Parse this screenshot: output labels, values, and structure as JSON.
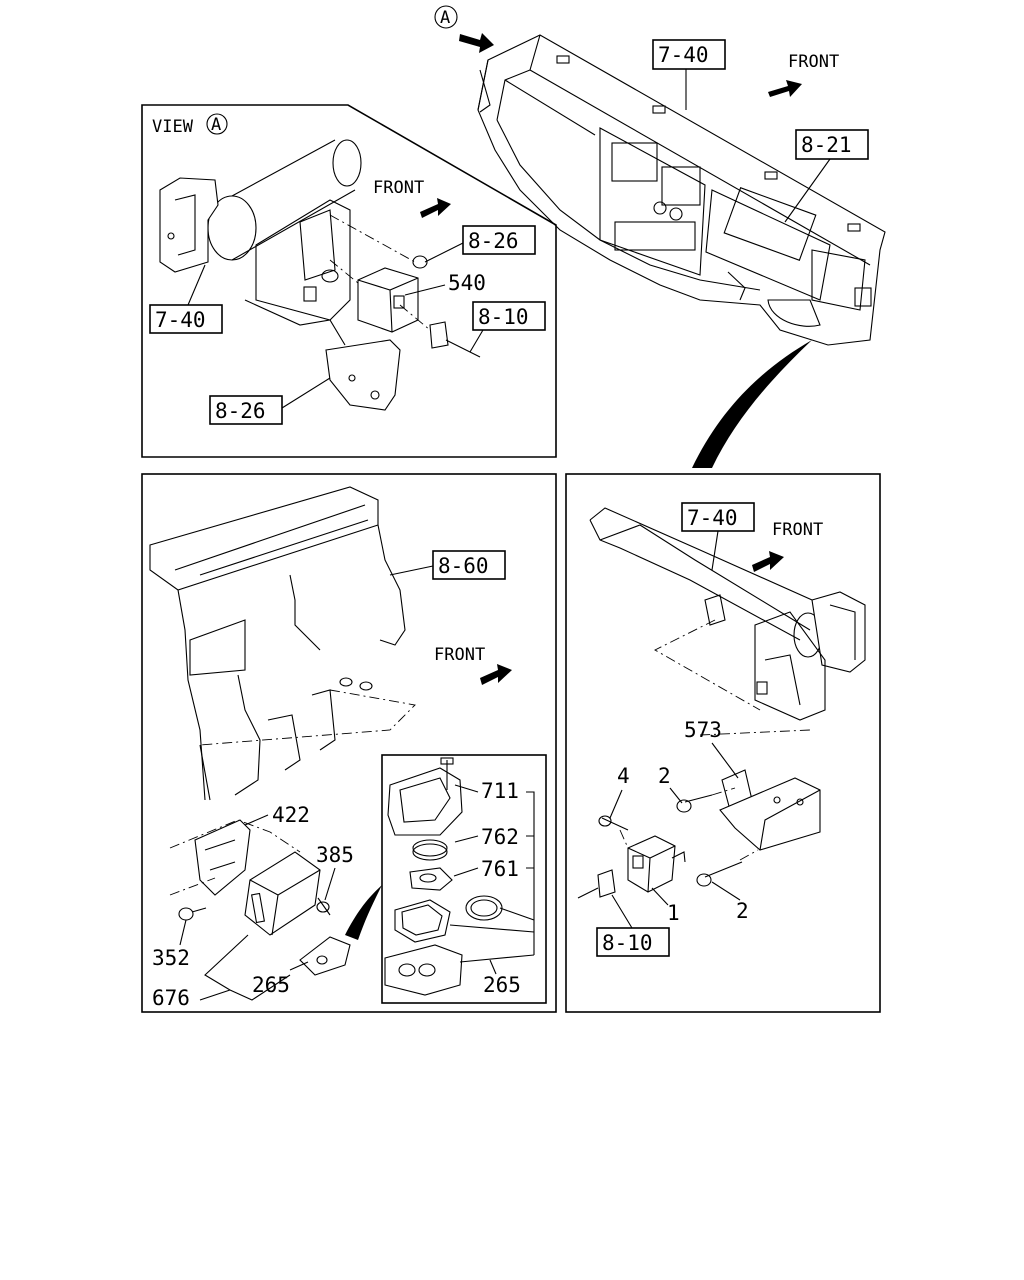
{
  "views": {
    "view_a_title": "VIEW",
    "view_a_marker": "A",
    "top_marker": "A"
  },
  "labels": {
    "dash_7_40": "7-40",
    "dash_front": "FRONT",
    "dash_8_21": "8-21",
    "va_front": "FRONT",
    "va_8_26_top": "8-26",
    "va_540": "540",
    "va_8_10": "8-10",
    "va_7_40": "7-40",
    "va_8_26_bottom": "8-26",
    "bl_8_60": "8-60",
    "bl_front": "FRONT",
    "bl_422": "422",
    "bl_385": "385",
    "bl_352": "352",
    "bl_265_left": "265",
    "bl_676": "676",
    "inset_711": "711",
    "inset_762": "762",
    "inset_761": "761",
    "inset_265": "265",
    "br_7_40": "7-40",
    "br_front": "FRONT",
    "br_573": "573",
    "br_2_top": "2",
    "br_4": "4",
    "br_1": "1",
    "br_2_bottom": "2",
    "br_8_10": "8-10"
  },
  "colors": {
    "line": "#000000",
    "background": "#ffffff"
  }
}
